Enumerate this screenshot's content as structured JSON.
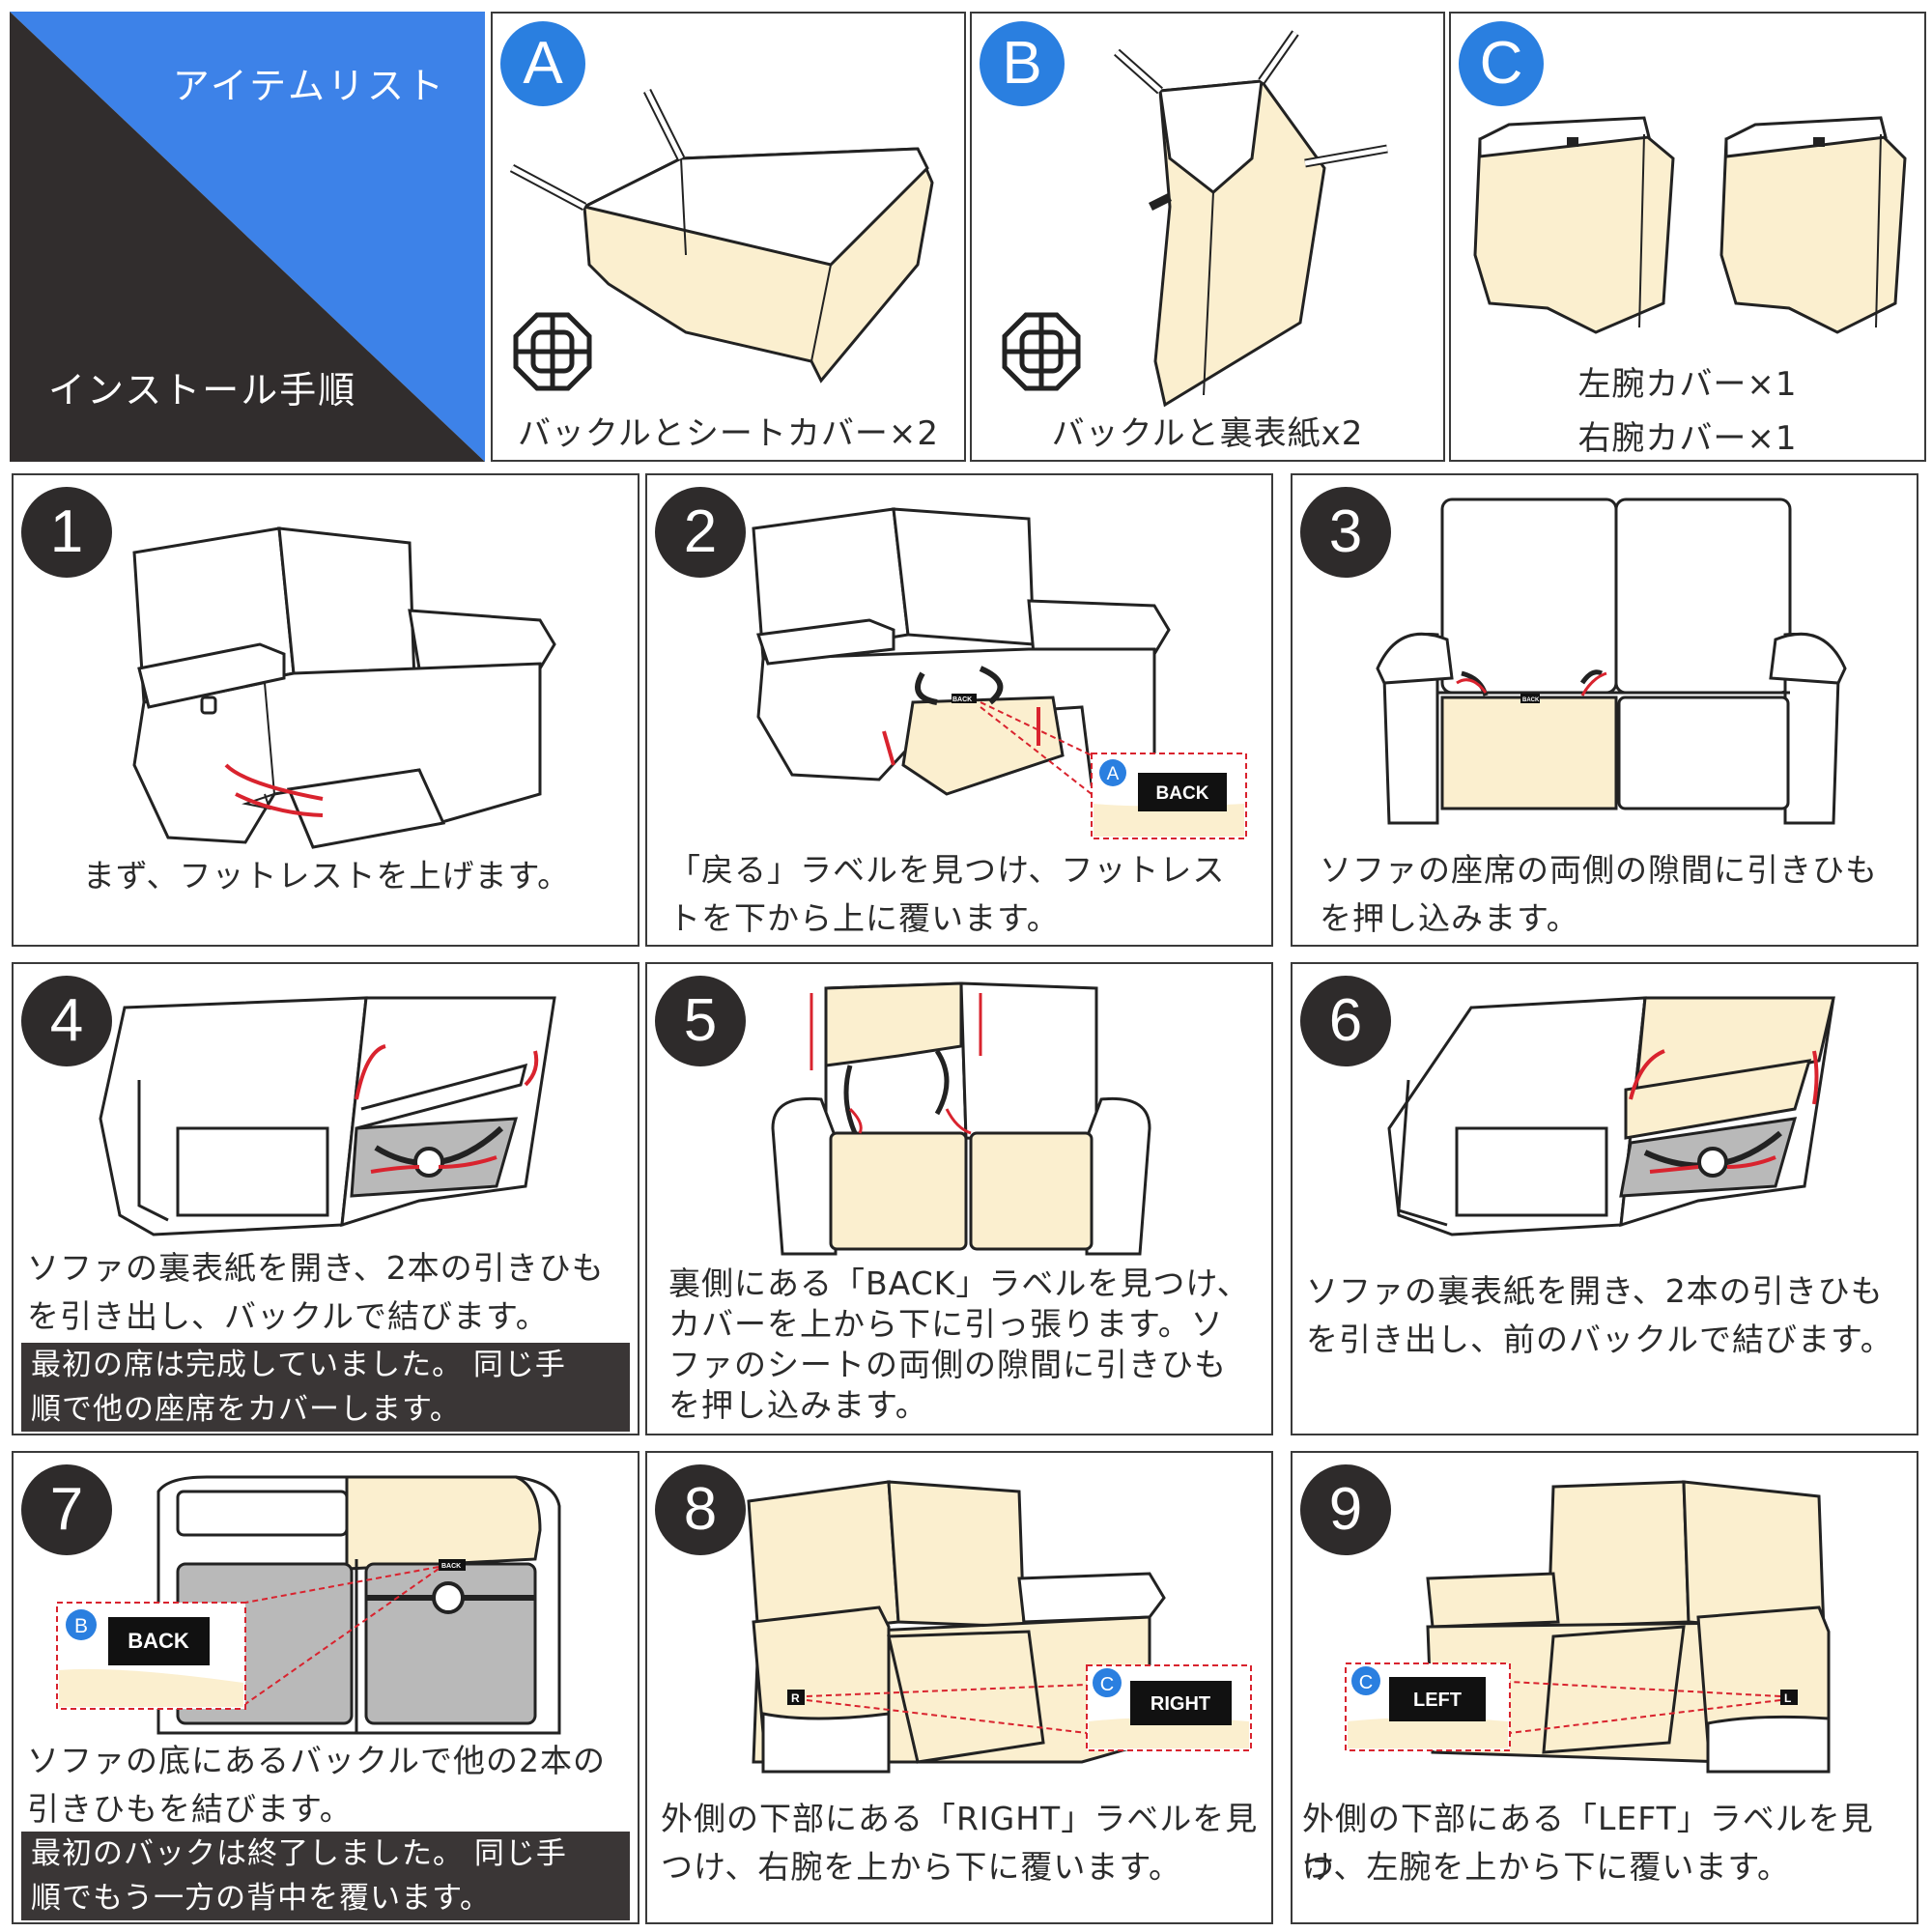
{
  "header": {
    "title": "アイテムリスト",
    "subtitle": "インストール手順",
    "colors": {
      "blue": "#3d82e8",
      "dark": "#312d2d"
    }
  },
  "items": [
    {
      "letter": "A",
      "caption": "バックルとシートカバー×2"
    },
    {
      "letter": "B",
      "caption": "バックルと裏表紙x2"
    },
    {
      "letter": "C",
      "caption_line1": "左腕カバー×1",
      "caption_line2": "右腕カバー×1",
      "tag_left": "L",
      "tag_right": "R"
    }
  ],
  "steps": [
    {
      "num": "1",
      "text": "まず、フットレストを上げます。"
    },
    {
      "num": "2",
      "text_line1": "「戻る」ラベルを見つけ、フットレス",
      "text_line2": "トを下から上に覆います。",
      "callout_letter": "A",
      "callout_label": "BACK",
      "tag_small": "BACK"
    },
    {
      "num": "3",
      "text_line1": "ソファの座席の両側の隙間に引きひも",
      "text_line2": "を押し込みます。",
      "tag_small": "BACK"
    },
    {
      "num": "4",
      "text_line1": "ソファの裏表紙を開き、2本の引きひも",
      "text_line2": "を引き出し、バックルで結びます。",
      "note_line1": "最初の席は完成していました。 同じ手",
      "note_line2": "順で他の座席をカバーします。"
    },
    {
      "num": "5",
      "text_line1": "裏側にある「BACK」ラベルを見つけ、",
      "text_line2": "カバーを上から下に引っ張ります。ソ",
      "text_line3": "ファのシートの両側の隙間に引きひも",
      "text_line4": "を押し込みます。"
    },
    {
      "num": "6",
      "text_line1": "ソファの裏表紙を開き、2本の引きひも",
      "text_line2": "を引き出し、前のバックルで結びます。"
    },
    {
      "num": "7",
      "text_line1": "ソファの底にあるバックルで他の2本の",
      "text_line2": "引きひもを結びます。",
      "note_line1": "最初のバックは終了しました。 同じ手",
      "note_line2": "順でもう一方の背中を覆います。",
      "callout_letter": "B",
      "callout_label": "BACK",
      "tag_small": "BACK"
    },
    {
      "num": "8",
      "text_line1": "外側の下部にある「RIGHT」ラベルを見",
      "text_line2": "つけ、右腕を上から下に覆います。",
      "callout_letter": "C",
      "callout_label": "RIGHT",
      "tag_small": "R"
    },
    {
      "num": "9",
      "text_line1": "外側の下部にある「LEFT」ラベルを見つ",
      "text_line2": "け、左腕を上から下に覆います。",
      "callout_letter": "C",
      "callout_label": "LEFT",
      "tag_small": "L"
    }
  ],
  "colors": {
    "cover": "#fbefcf",
    "arrow": "#d9232e",
    "badge_blue": "#2a7fe0",
    "badge_dark": "#2e2b2b",
    "frame": "#3a3a3a"
  }
}
